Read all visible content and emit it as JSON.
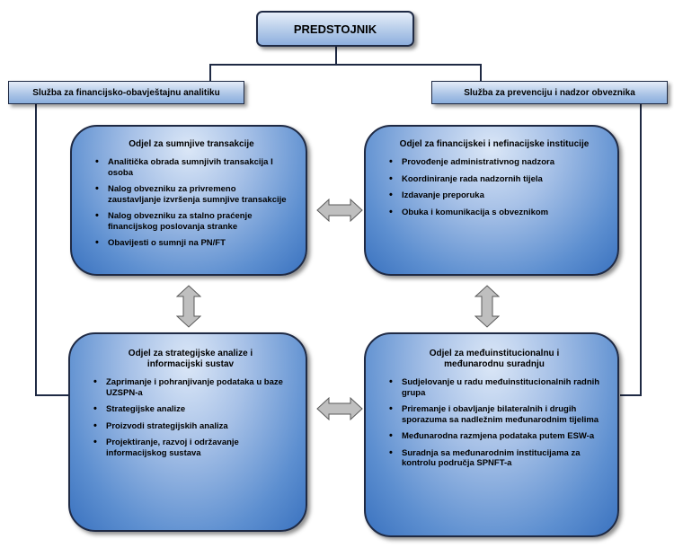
{
  "head": {
    "title": "PREDSTOJNIK"
  },
  "services": {
    "left": "Služba za financijsko-obavještajnu analitiku",
    "right": "Služba za prevenciju i nadzor obveznika"
  },
  "panels": {
    "top_left": {
      "title": "Odjel za sumnjive transakcije",
      "items": [
        "Analitička obrada sumnjivih transakcija I osoba",
        "Nalog obvezniku za privremeno zaustavljanje izvršenja sumnjive transakcije",
        "Nalog obvezniku za stalno praćenje financijskog poslovanja stranke",
        "Obavijesti o sumnji na PN/FT"
      ]
    },
    "top_right": {
      "title": "Odjel za financijskei i nefinacijske institucije",
      "items": [
        "Provođenje administrativnog nadzora",
        "Koordiniranje rada nadzornih tijela",
        "Izdavanje preporuka",
        "Obuka i komunikacija s obveznikom"
      ]
    },
    "bottom_left": {
      "title": "Odjel za strategijske analize i informacijski sustav",
      "items": [
        "Zaprimanje i pohranjivanje podataka u baze UZSPN-a",
        "Strategijske analize",
        "Proizvodi strategijskih analiza",
        "Projektiranje, razvoj i održavanje informacijskog sustava"
      ]
    },
    "bottom_right": {
      "title": "Odjel za međuinstitucionalnu i međunarodnu suradnju",
      "items": [
        "Sudjelovanje u radu međuinstitucionalnih radnih grupa",
        "Priremanje i obavljanje bilateralnih i drugih sporazuma sa nadležnim međunarodnim tijelima",
        "Međunarodna razmjena podataka putem ESW-a",
        "Suradnja sa međunarodnim institucijama za kontrolu područja SPNFT-a"
      ]
    }
  },
  "colors": {
    "line": "#1f2a44",
    "arrow_fill": "#bfbfbf",
    "panel_blue": "#3a72bf"
  }
}
